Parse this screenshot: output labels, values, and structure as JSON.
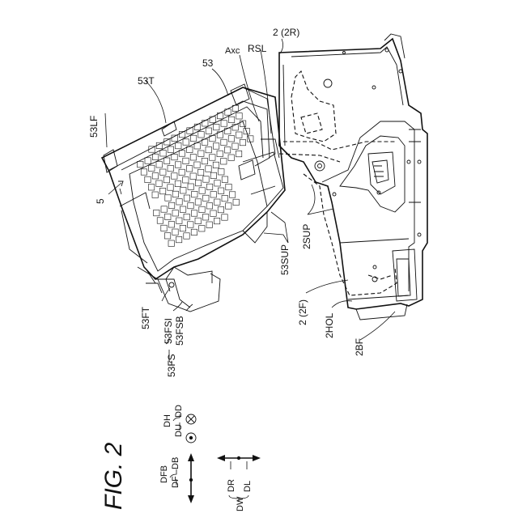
{
  "figure": {
    "title": "FIG. 2"
  },
  "labels": {
    "ref_5": "5",
    "ref_53LF": "53LF",
    "ref_53T": "53T",
    "ref_53": "53",
    "ref_Axc": "Axc",
    "ref_RSL": "RSL",
    "ref_2_2R": "2 (2R)",
    "ref_53SUP": "53SUP",
    "ref_2SUP": "2SUP",
    "ref_2_2F": "2 (2F)",
    "ref_2HOL": "2HOL",
    "ref_2BF": "2BF",
    "ref_53FT": "53FT",
    "ref_53FS": "53FS",
    "ref_53FSI": "53FSI",
    "ref_53FSB": "53FSB"
  },
  "direction_legend": {
    "DH": "DH",
    "DU": "DU",
    "DD": "DD",
    "DFB": "DFB",
    "DF": "DF",
    "DB": "DB",
    "DW": "DW",
    "DR": "DR",
    "DL": "DL"
  }
}
